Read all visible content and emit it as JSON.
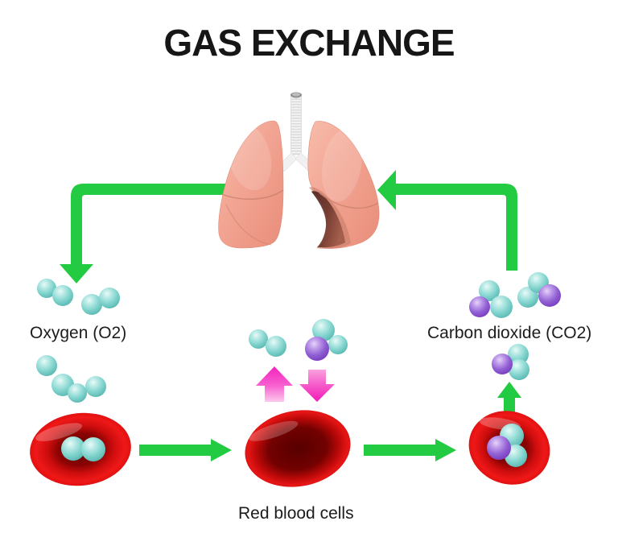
{
  "title": "GAS EXCHANGE",
  "labels": {
    "oxygen": "Oxygen (O2)",
    "carbon_dioxide": "Carbon dioxide (CO2)",
    "red_blood_cells": "Red blood cells"
  },
  "colors": {
    "background": "#ffffff",
    "title_text": "#161616",
    "label_text": "#1c1c1c",
    "arrow_green": "#22cb41",
    "arrow_pink_bright": "#f322bd",
    "oxygen_molecule_teal": "#7fd0cb",
    "carbon_molecule_purple": "#8a52cc",
    "red_blood_cell_red": "#e01212",
    "red_blood_cell_core": "#7d0202",
    "lung_pink": "#f2a493",
    "trachea_gray": "#e9e9e9"
  }
}
